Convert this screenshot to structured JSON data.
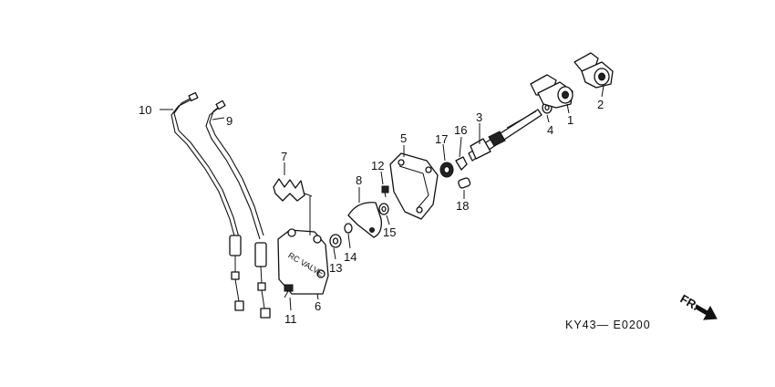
{
  "diagram_code": "KY43— E0200",
  "direction_label": "FR.",
  "callouts": {
    "p1": "1",
    "p2": "2",
    "p3": "3",
    "p4": "4",
    "p5": "5",
    "p6": "6",
    "p7": "7",
    "p8": "8",
    "p9": "9",
    "p10": "10",
    "p11": "11",
    "p12": "12",
    "p13": "13",
    "p14": "14",
    "p15": "15",
    "p16": "16",
    "p17": "17",
    "p18": "18"
  },
  "cover_lettering": "RC VALVE"
}
